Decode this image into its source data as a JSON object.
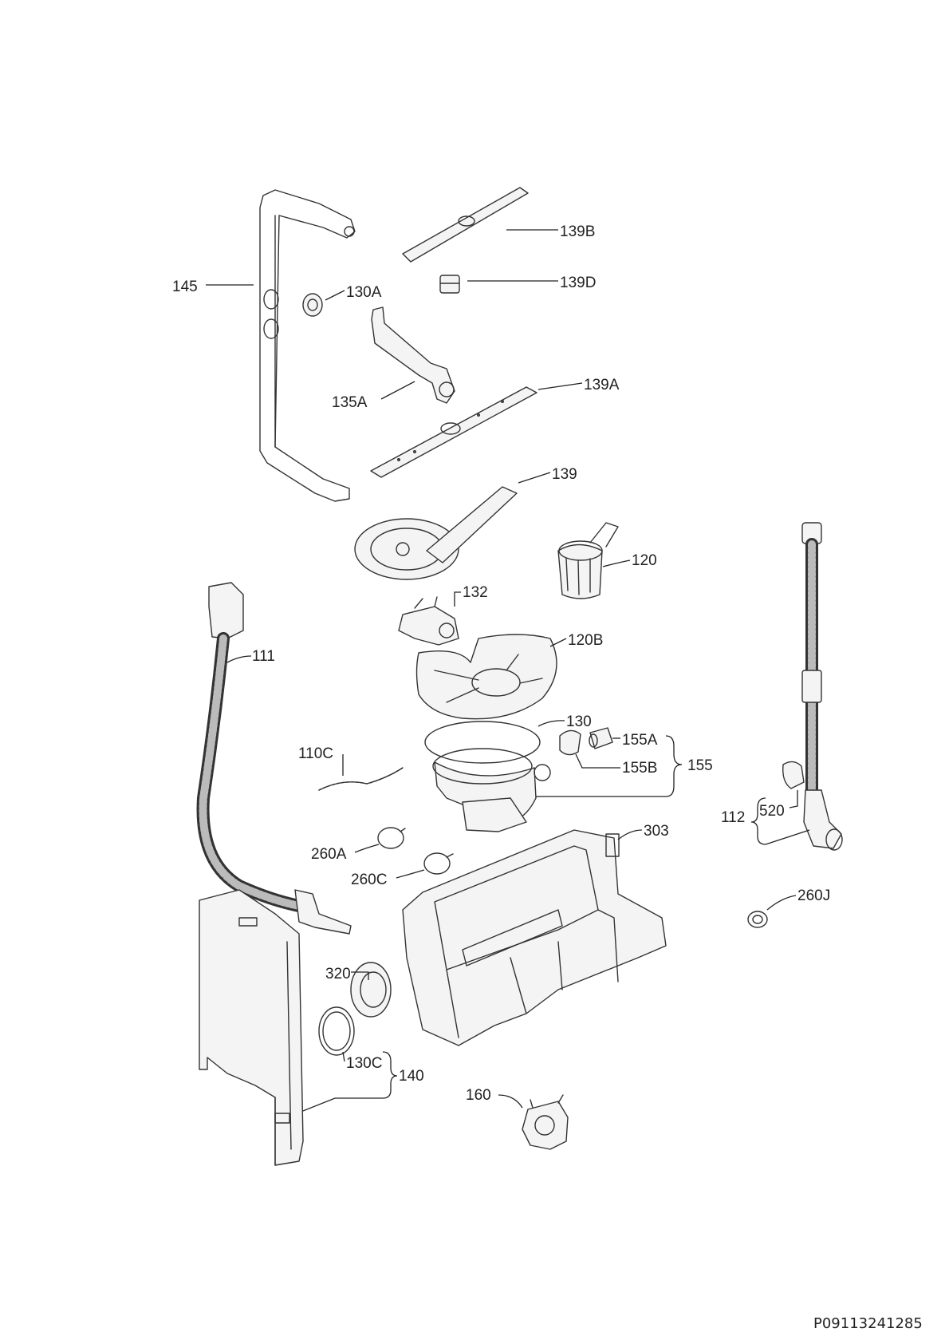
{
  "labels": {
    "l145": "145",
    "l130A": "130A",
    "l139B": "139B",
    "l139D": "139D",
    "l135A": "135A",
    "l139A": "139A",
    "l139": "139",
    "l120": "120",
    "l132": "132",
    "l111": "111",
    "l120B": "120B",
    "l130": "130",
    "l155A": "155A",
    "l155B": "155B",
    "l155": "155",
    "l110C": "110C",
    "l112": "112",
    "l520": "520",
    "l303": "303",
    "l260A": "260A",
    "l260C": "260C",
    "l260J": "260J",
    "l320": "320",
    "l130C": "130C",
    "l140": "140",
    "l160": "160"
  },
  "reference_code": "P09113241285"
}
